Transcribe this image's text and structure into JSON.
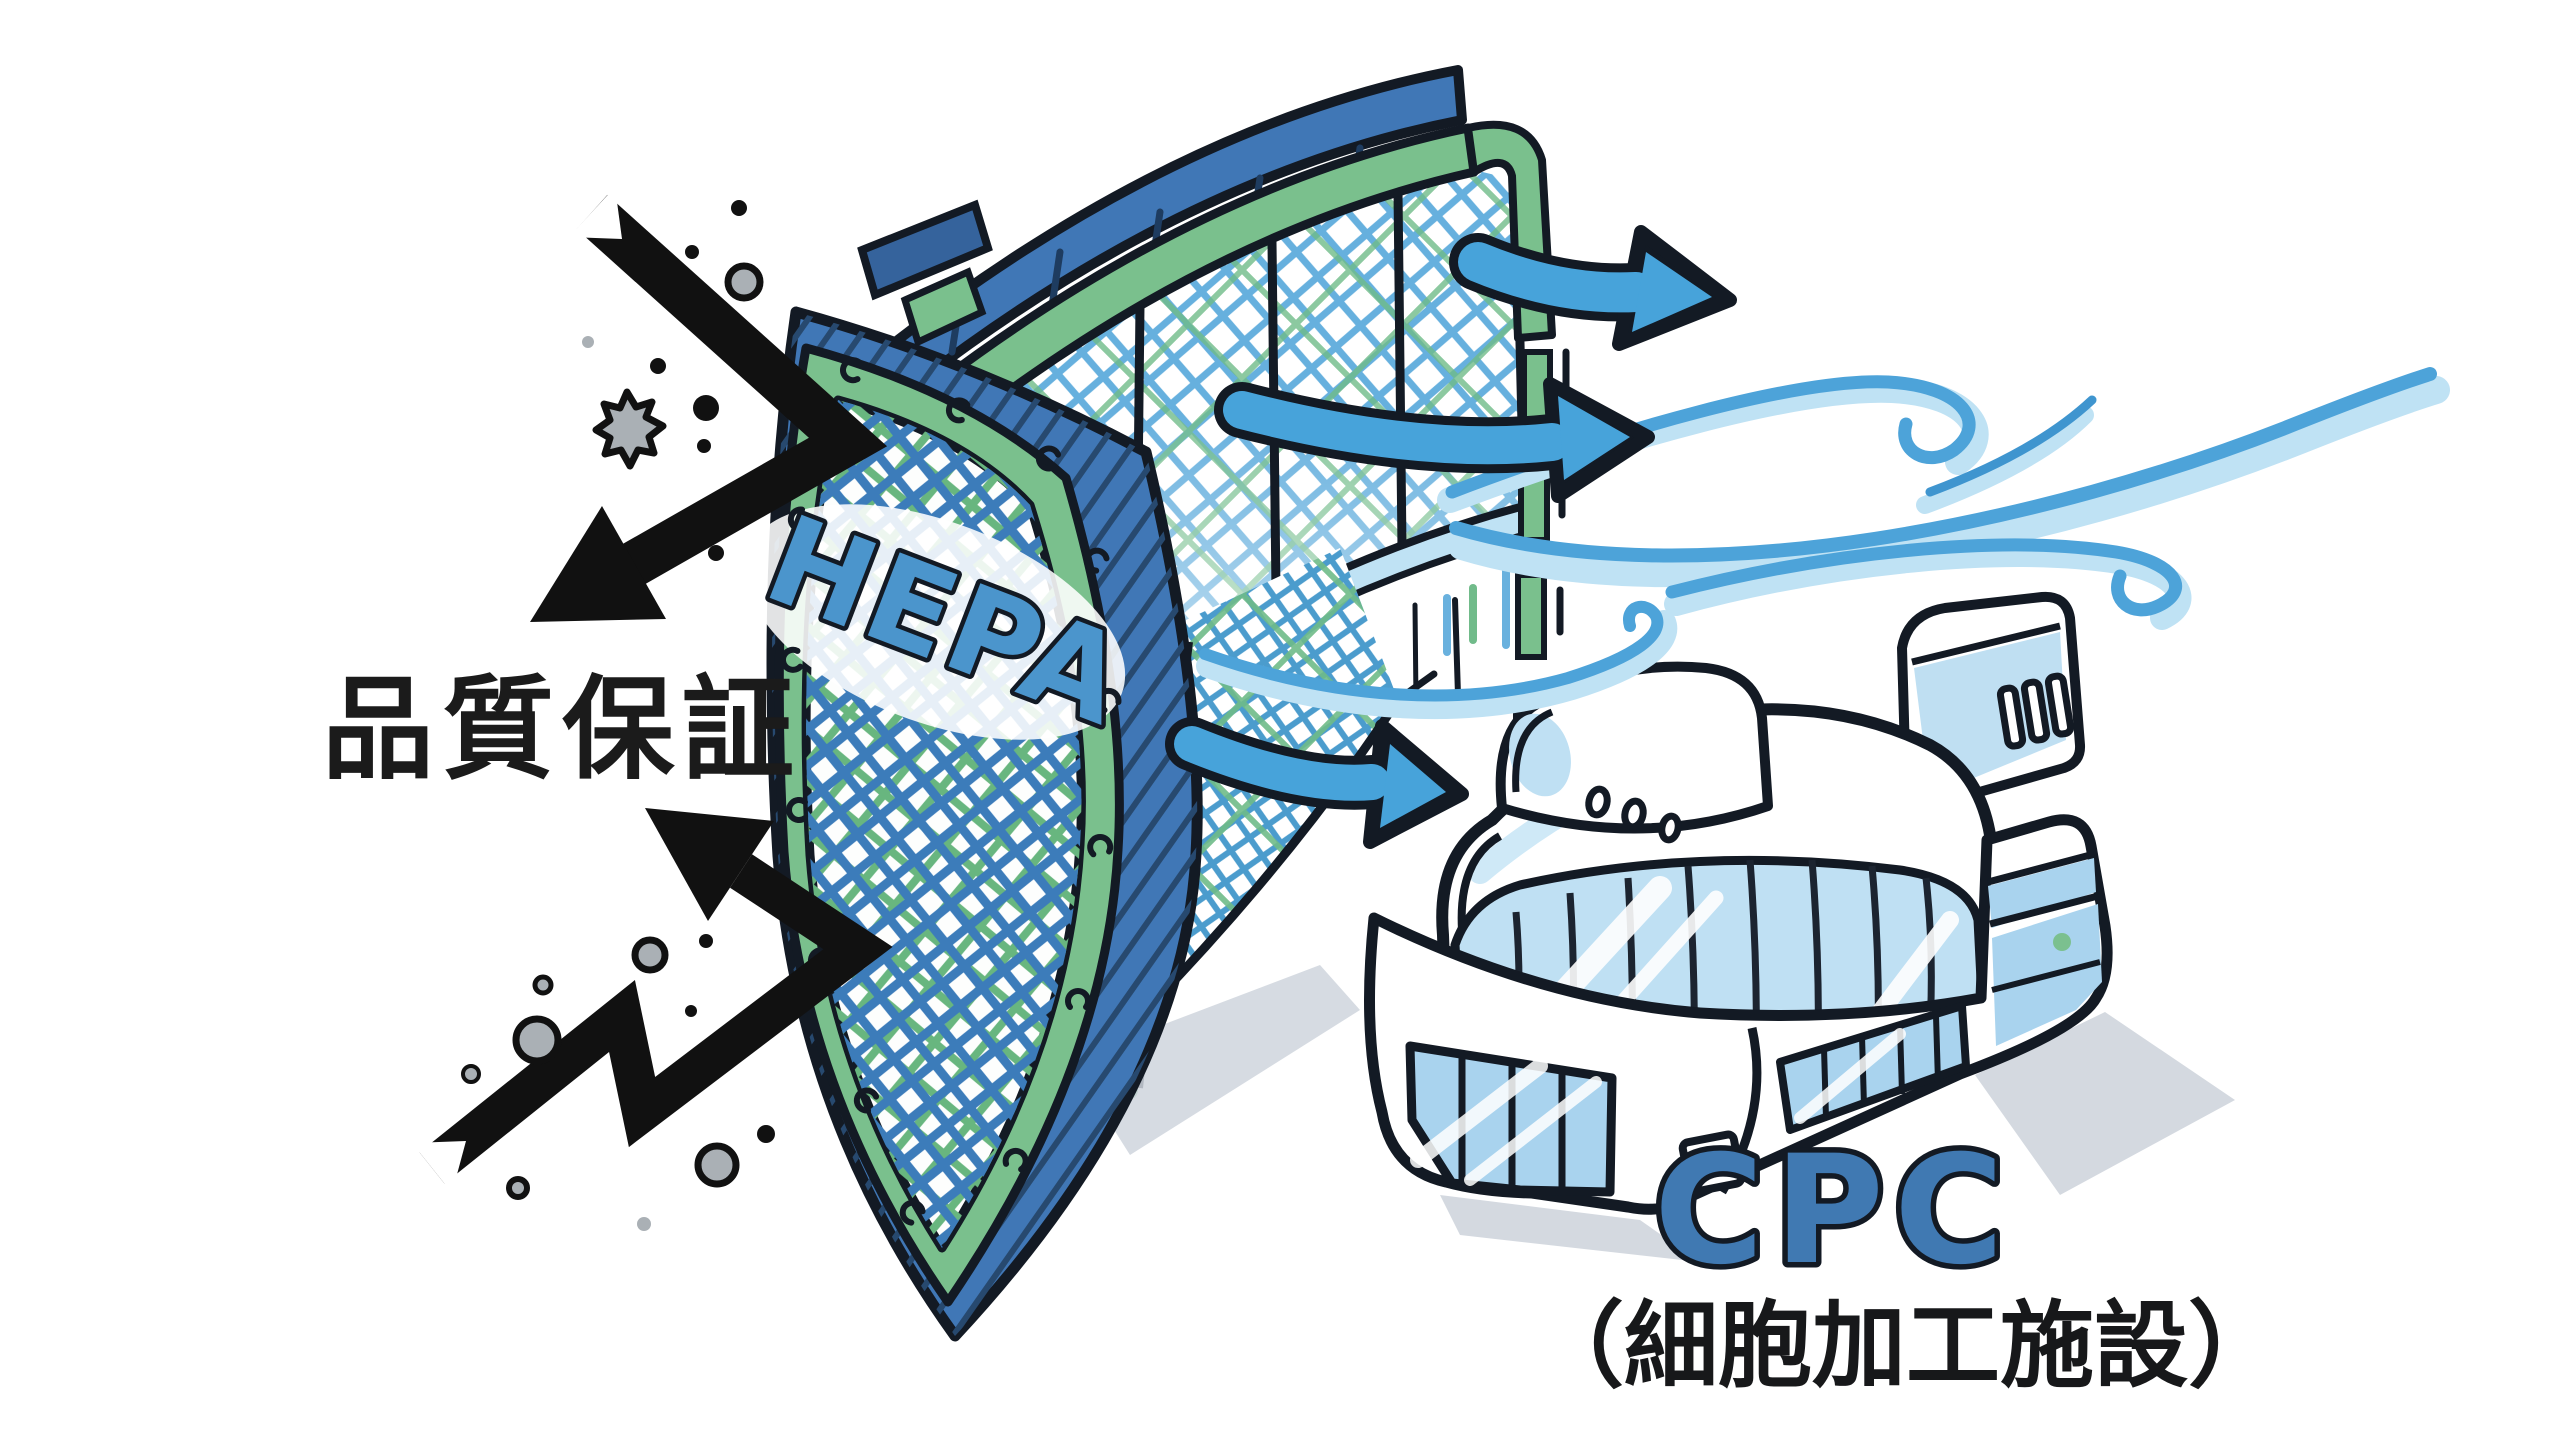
{
  "labels": {
    "quality_assurance": {
      "text": "品質保証",
      "color": "#1b1b1b"
    },
    "hepa": {
      "text": "HEPA",
      "fill": "#4b95cc",
      "outline": "#131a24"
    },
    "cpc": {
      "text": "CPC",
      "fill": "#4079b2",
      "outline": "#131a24"
    },
    "cpc_subtitle": {
      "text": "（細胞加工施設）",
      "color": "#17181a"
    }
  },
  "scene": {
    "background": "#ffffff",
    "shield": {
      "name": "hepa-filter-shield",
      "edge_blue": "#4077b6",
      "border_green": "#7ac08d",
      "hatch_blue": "#3c7cba",
      "hatch_green": "#68b67f"
    },
    "filter_wall": {
      "name": "curved-filter-wall",
      "band_blue": "#4077b6",
      "band_green": "#7ac08d",
      "hatch_light_blue": "#66b0de"
    },
    "contaminants": {
      "name": "contaminant-impact-arrows",
      "arrow_color": "#111111",
      "particle_color": "#aab0b5",
      "arrow_count": 2
    },
    "airflow": {
      "name": "clean-airflow",
      "arrow_color": "#47a3da",
      "stream_color": "#4da3d9",
      "stream_light": "#bfe2f4",
      "arrow_count": 3
    },
    "building": {
      "name": "cpc-facility-building",
      "body": "#ffffff",
      "glass": "#bfe0f3",
      "windows": "#a9d3ee",
      "shadow": "#d4d9e0"
    }
  }
}
